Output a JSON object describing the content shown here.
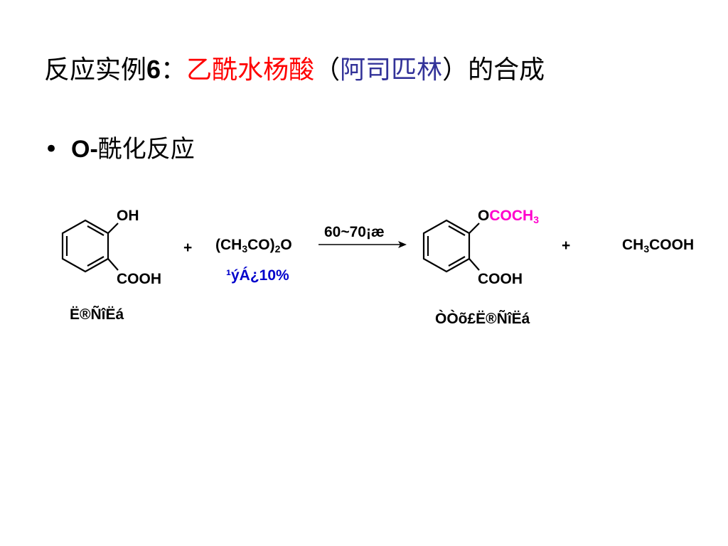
{
  "title": {
    "prefix": "反应实例",
    "number": "6",
    "colon": "：",
    "product_name": "乙酰水杨酸",
    "open_paren": "（",
    "common_name": "阿司匹林",
    "close_paren": "）",
    "suffix": "的合成",
    "colors": {
      "default": "#000000",
      "product_name": "#ff0000",
      "common_name": "#333399"
    }
  },
  "bullet": {
    "symbol": "•",
    "prefix": "O-",
    "text": "酰化反应"
  },
  "reaction": {
    "reactant1": {
      "top_group": "OH",
      "bottom_group": "COOH",
      "label": "Ë®ÑîËá"
    },
    "plus1": "+",
    "reagent": {
      "formula_a": "(CH",
      "sub_a": "3",
      "formula_b": "CO)",
      "sub_b": "2",
      "formula_c": "O",
      "note": "¹ýÁ¿10%",
      "note_color": "#0000cc"
    },
    "condition": "60~70¡æ",
    "product": {
      "top_group_o": "O",
      "top_group_rest": "COCH",
      "top_group_sub": "3",
      "top_group_color": "#ff00cc",
      "bottom_group": "COOH",
      "label": "ÒÒõ£Ë®ÑîËá"
    },
    "plus2": "+",
    "byproduct": {
      "formula_a": "CH",
      "sub": "3",
      "formula_b": "COOH"
    }
  }
}
